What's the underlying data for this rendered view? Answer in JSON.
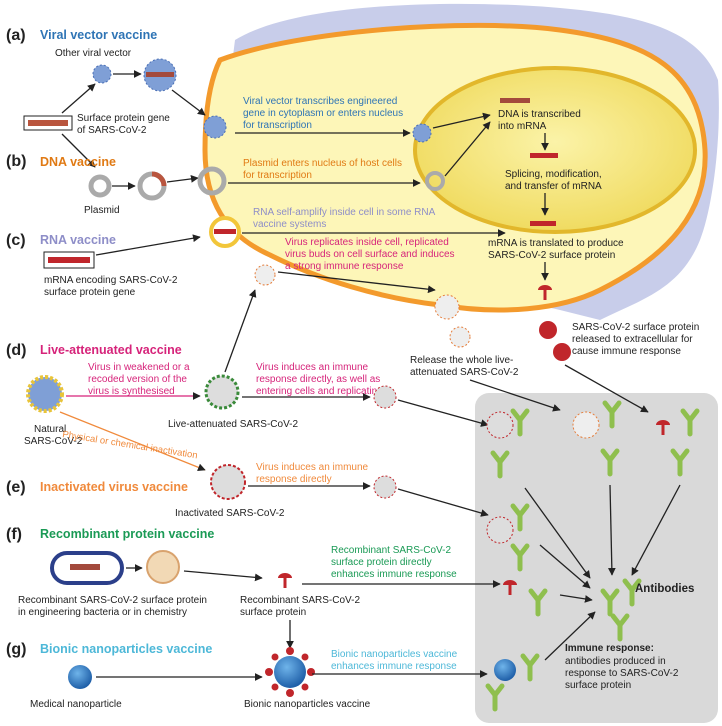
{
  "sections": {
    "a": {
      "letter": "(a)",
      "title": "Viral vector vaccine",
      "color": "#2e74b5"
    },
    "b": {
      "letter": "(b)",
      "title": "DNA vaccine",
      "color": "#e07a14"
    },
    "c": {
      "letter": "(c)",
      "title": "RNA vaccine",
      "color": "#8e8ec8"
    },
    "d": {
      "letter": "(d)",
      "title": "Live-attenuated vaccine",
      "color": "#d6237a"
    },
    "e": {
      "letter": "(e)",
      "title": "Inactivated virus vaccine",
      "color": "#f08a3c"
    },
    "f": {
      "letter": "(f)",
      "title": "Recombinant protein vaccine",
      "color": "#1a9a55"
    },
    "g": {
      "letter": "(g)",
      "title": "Bionic nanoparticles vaccine",
      "color": "#4db8d8"
    }
  },
  "labels": {
    "other_viral_vector": "Other viral vector",
    "surface_gene_1": "Surface protein gene",
    "surface_gene_2": "of SARS-CoV-2",
    "plasmid": "Plasmid",
    "mrna_enc_1": "mRNA encoding SARS-CoV-2",
    "mrna_enc_2": "surface protein gene",
    "vv_text_1": "Viral vector transcribes engineered",
    "vv_text_2": "gene in cytoplasm or enters nucleus",
    "vv_text_3": "for transcription",
    "plasmid_text_1": "Plasmid enters nucleus of host cells",
    "plasmid_text_2": "for transcription",
    "rna_amp_1": "RNA self-amplify inside cell in some RNA",
    "rna_amp_2": "vaccine systems",
    "dna_transcribed_1": "DNA is transcribed",
    "dna_transcribed_2": "into mRNA",
    "splicing_1": "Splicing, modification,",
    "splicing_2": "and transfer of mRNA",
    "translated_1": "mRNA is translated to produce",
    "translated_2": "SARS-CoV-2 surface protein",
    "replicates_1": "Virus replicates inside cell, replicated",
    "replicates_2": "virus buds on cell surface and induces",
    "replicates_3": "a strong immune response",
    "release_1": "Release the whole live-",
    "release_2": "attenuated SARS-CoV-2",
    "surface_rel_1": "SARS-CoV-2 surface protein",
    "surface_rel_2": "released to extracellular for",
    "surface_rel_3": "cause immune response",
    "weakened_1": "Virus in weakened or a",
    "weakened_2": "recoded version of the",
    "weakened_3": "virus is synthesised",
    "induces_direct_1": "Virus induces an immune",
    "induces_direct_2": "response directly, as well as",
    "induces_direct_3": "entering cells and replicating",
    "natural_1": "Natural",
    "natural_2": "SARS-CoV-2",
    "live_att": "Live-attenuated SARS-CoV-2",
    "phys_chem": "Physical or chemical inactivation",
    "inact_induces_1": "Virus induces an immune",
    "inact_induces_2": "response directly",
    "inact_sars": "Inactivated SARS-CoV-2",
    "recomb_direct_1": "Recombinant SARS-CoV-2",
    "recomb_direct_2": "surface protein directly",
    "recomb_direct_3": "enhances immune response",
    "recomb_bact_1": "Recombinant SARS-CoV-2 surface protein",
    "recomb_bact_2": "in engineering bacteria or in chemistry",
    "recomb_surf_1": "Recombinant SARS-CoV-2",
    "recomb_surf_2": "surface protein",
    "bionic_enh_1": "Bionic nanoparticles vaccine",
    "bionic_enh_2": "enhances immune response",
    "medical_np": "Medical nanoparticle",
    "bionic_vac": "Bionic nanoparticles vaccine",
    "antibodies": "Antibodies",
    "immune_title": "Immune response:",
    "immune_1": "antibodies produced in",
    "immune_2": "response to SARS-CoV-2",
    "immune_3": "surface protein"
  },
  "colors": {
    "cell_fill": "#fdf6b8",
    "cell_border": "#f39a2c",
    "nucleus_fill": "#f7eb7a",
    "tissue": "#c8cdea",
    "immune_panel": "#d9d9d9",
    "antibody": "#8fbf4e",
    "spike": "#c0262b",
    "arrow": "#222222"
  }
}
